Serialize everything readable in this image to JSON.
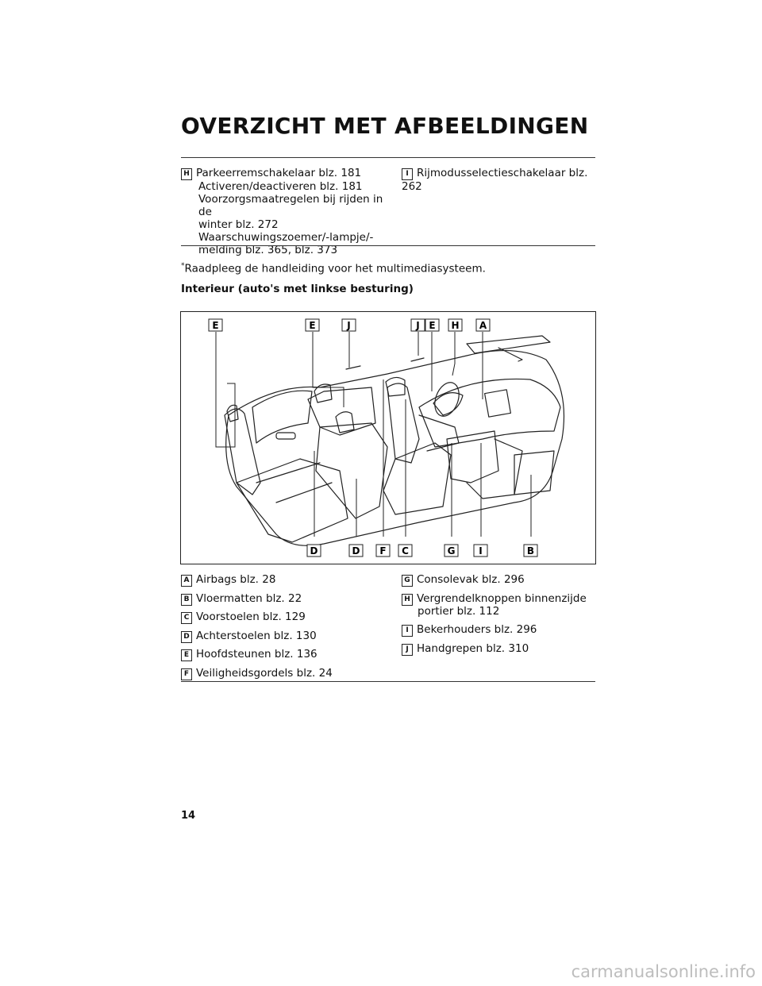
{
  "header": {
    "title": "OVERZICHT MET AFBEELDINGEN"
  },
  "top_table": {
    "left": {
      "letter": "H",
      "lines": [
        "Parkeerremschakelaar blz. 181",
        "Activeren/deactiveren blz. 181",
        "Voorzorgsmaatregelen bij rijden in de",
        "winter blz. 272",
        "Waarschuwingszoemer/-lampje/-",
        "melding blz. 365, blz. 373"
      ]
    },
    "right": {
      "letter": "I",
      "text": "Rijmodusselectieschakelaar blz. 262"
    }
  },
  "footnote": {
    "marker": "*",
    "text": "Raadpleeg de handleiding voor het multimediasysteem."
  },
  "section_heading": "Interieur (auto's met linkse besturing)",
  "figure": {
    "top_labels": [
      "E",
      "E",
      "J",
      "J",
      "E",
      "H",
      "A"
    ],
    "bottom_labels": [
      "D",
      "D",
      "F",
      "C",
      "G",
      "I",
      "B"
    ]
  },
  "legend": {
    "left": [
      {
        "letter": "A",
        "text": "Airbags blz. 28"
      },
      {
        "letter": "B",
        "text": "Vloermatten blz. 22"
      },
      {
        "letter": "C",
        "text": "Voorstoelen blz. 129"
      },
      {
        "letter": "D",
        "text": "Achterstoelen blz. 130"
      },
      {
        "letter": "E",
        "text": "Hoofdsteunen blz. 136"
      },
      {
        "letter": "F",
        "text": "Veiligheidsgordels blz. 24"
      }
    ],
    "right": [
      {
        "letter": "G",
        "text": "Consolevak blz. 296"
      },
      {
        "letter": "H",
        "text": "Vergrendelknoppen binnenzijde",
        "text2": "portier blz. 112"
      },
      {
        "letter": "I",
        "text": "Bekerhouders blz. 296"
      },
      {
        "letter": "J",
        "text": "Handgrepen blz. 310"
      }
    ]
  },
  "page_number": "14",
  "watermark": "carmanualsonline.info"
}
